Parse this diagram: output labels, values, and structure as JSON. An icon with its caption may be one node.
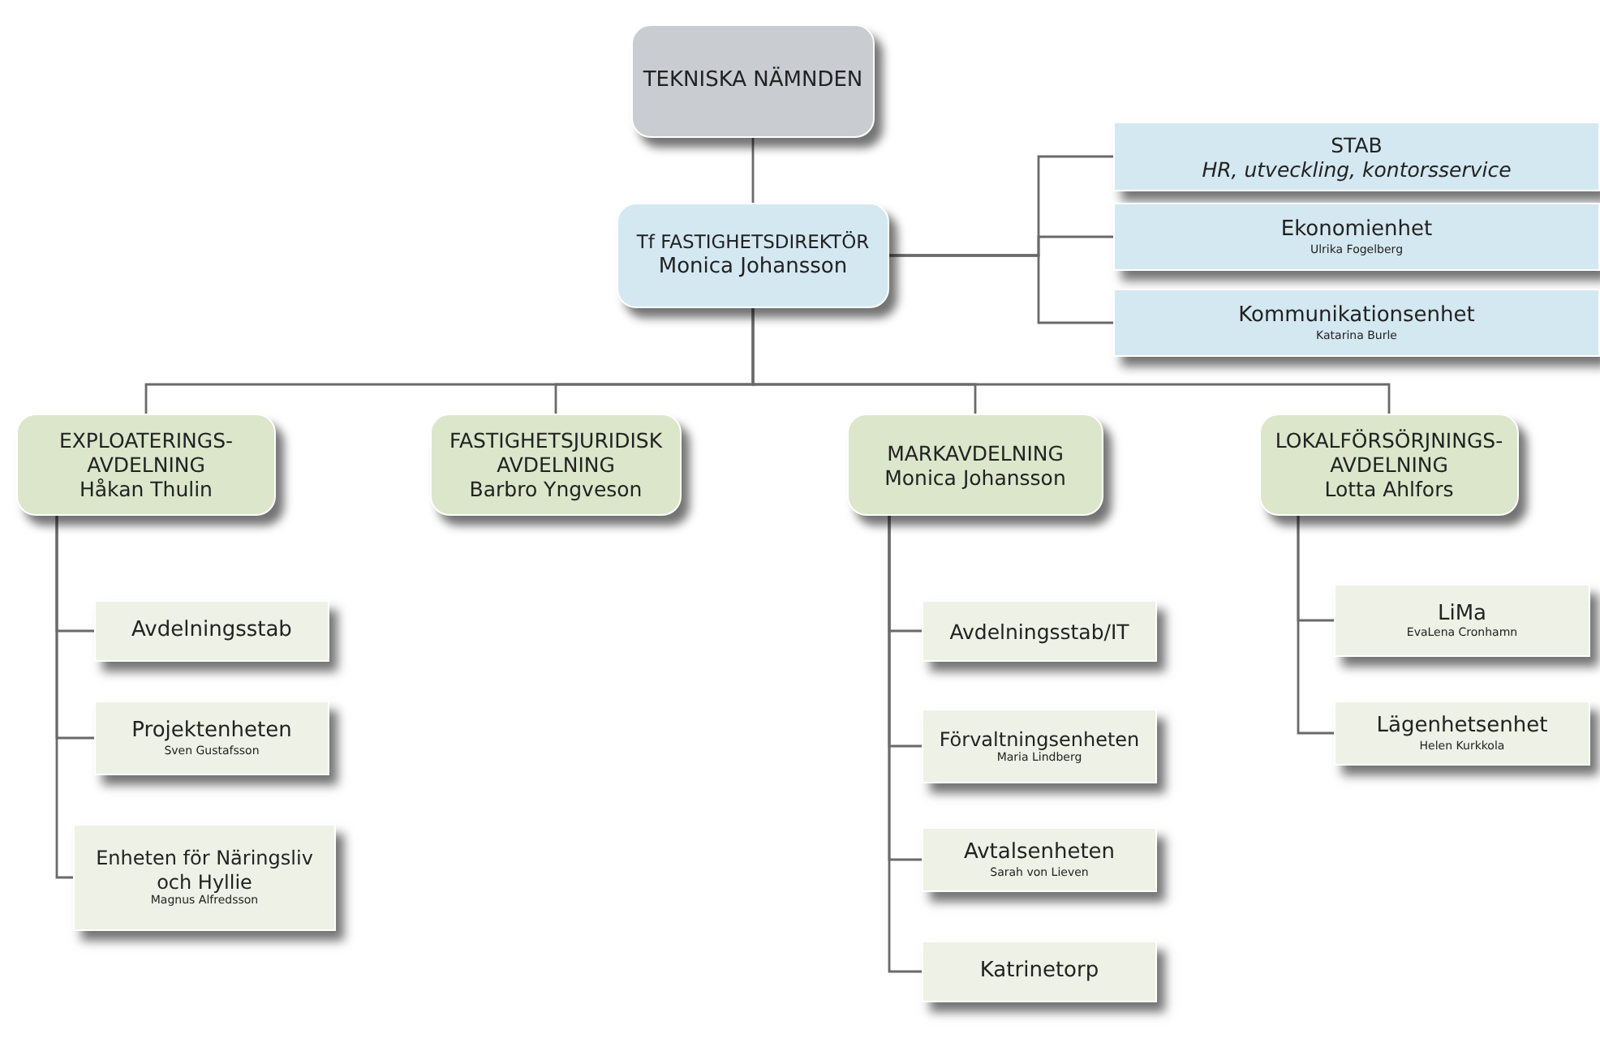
{
  "diagram": {
    "nodes": [
      {
        "text": [
          "TEKNISKA NÄMNDEN"
        ]
      },
      {
        "text": [
          "Tf FASTIGHETSDIREKTÖR",
          "Monica Johansson"
        ]
      },
      {
        "text": [
          "STAB",
          "HR, utveckling, kontorsservice"
        ]
      },
      {
        "text": [
          "Ekonomienhet",
          "Ulrika Fogelberg"
        ]
      },
      {
        "text": [
          "Kommunikationsenhet",
          "Katarina Burle"
        ]
      },
      {
        "text": [
          "EXPLOATERINGS- AVDELNING",
          "Håkan Thulin"
        ]
      },
      {
        "text": [
          "FASTIGHETSJURIDISK AVDELNING",
          "Barbro Yngveson"
        ]
      },
      {
        "text": [
          "MARKAVDELNING",
          "Monica Johansson"
        ]
      },
      {
        "text": [
          "LOKALFÖRSÖRJNINGS- AVDELNING",
          "Lotta Ahlfors"
        ]
      },
      {
        "text": [
          "Avdelningsstab"
        ]
      },
      {
        "text": [
          "Projektenheten",
          "Sven Gustafsson"
        ]
      },
      {
        "text": [
          "Enheten för Näringsliv och Hyllie",
          "Magnus Alfredsson"
        ]
      },
      {
        "text": [
          "Avdelningsstab/IT"
        ]
      },
      {
        "text": [
          "Förvaltningsenheten",
          "Maria Lindberg"
        ]
      },
      {
        "text": [
          "Avtalsenheten",
          "Sarah von Lieven"
        ]
      },
      {
        "text": [
          "Katrinetorp"
        ]
      },
      {
        "text": [
          "LiMa",
          "EvaLena Cronhamn"
        ]
      },
      {
        "text": [
          "Lägenhetsenhet",
          "Helen Kurkkola"
        ]
      }
    ],
    "edges": [
      {
        "from": 0,
        "to": 1,
        "arrow": "none"
      },
      {
        "from": 1,
        "to": 2,
        "arrow": "none"
      },
      {
        "from": 1,
        "to": 3,
        "arrow": "none"
      },
      {
        "from": 1,
        "to": 4,
        "arrow": "none"
      },
      {
        "from": 1,
        "to": 5,
        "arrow": "none"
      },
      {
        "from": 1,
        "to": 6,
        "arrow": "none"
      },
      {
        "from": 1,
        "to": 7,
        "arrow": "none"
      },
      {
        "from": 1,
        "to": 8,
        "arrow": "none"
      },
      {
        "from": 5,
        "to": 9,
        "arrow": "none"
      },
      {
        "from": 5,
        "to": 10,
        "arrow": "none"
      },
      {
        "from": 5,
        "to": 11,
        "arrow": "none"
      },
      {
        "from": 7,
        "to": 12,
        "arrow": "none"
      },
      {
        "from": 7,
        "to": 13,
        "arrow": "none"
      },
      {
        "from": 7,
        "to": 14,
        "arrow": "none"
      },
      {
        "from": 7,
        "to": 15,
        "arrow": "none"
      },
      {
        "from": 8,
        "to": 16,
        "arrow": "none"
      },
      {
        "from": 8,
        "to": 17,
        "arrow": "none"
      }
    ]
  }
}
